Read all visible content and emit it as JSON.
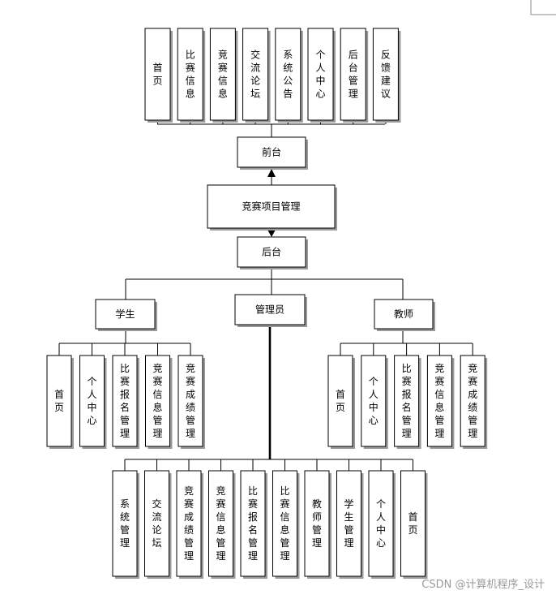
{
  "diagram": {
    "root": "竞赛项目管理",
    "front": {
      "label": "前台",
      "items": [
        "首页",
        "比赛信息",
        "竞赛信息",
        "交流论坛",
        "系统公告",
        "个人中心",
        "后台管理",
        "反馈建议"
      ]
    },
    "back": {
      "label": "后台",
      "roles": [
        {
          "label": "学生",
          "items": [
            "首页",
            "个人中心",
            "比赛报名管理",
            "竞赛信息管理",
            "竞赛成绩管理"
          ]
        },
        {
          "label": "管理员",
          "items": [
            "系统管理",
            "交流论坛",
            "竞赛成绩管理",
            "竞赛信息管理",
            "比赛报名管理",
            "比赛信息管理",
            "教师管理",
            "学生管理",
            "个人中心",
            "首页"
          ]
        },
        {
          "label": "教师",
          "items": [
            "首页",
            "个人中心",
            "比赛报名管理",
            "竞赛信息管理",
            "竞赛成绩管理"
          ]
        }
      ]
    }
  },
  "watermark": "CSDN @计算机程序_设计"
}
